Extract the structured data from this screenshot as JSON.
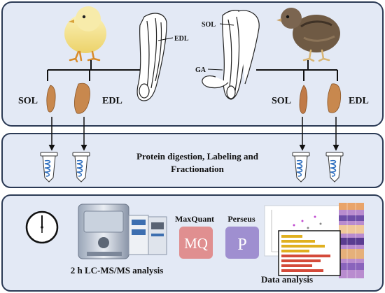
{
  "labels": {
    "edl_top": "EDL",
    "sol_top": "SOL",
    "ga": "GA",
    "sol_left": "SOL",
    "edl_left": "EDL",
    "sol_right": "SOL",
    "edl_right": "EDL",
    "digestion_line1": "Protein digestion, Labeling and",
    "digestion_line2": "Fractionation",
    "lcms": "2 h LC-MS/MS analysis",
    "maxquant": "MaxQuant",
    "perseus": "Perseus",
    "mq_logo": "MQ",
    "p_logo": "P",
    "data_analysis": "Data analysis"
  },
  "colors": {
    "panel_border": "#2b3a55",
    "panel_fill": "#e3e9f5",
    "muscle": "#c8884e",
    "mq_logo": "#e08f90",
    "p_logo": "#9f8fd0"
  }
}
